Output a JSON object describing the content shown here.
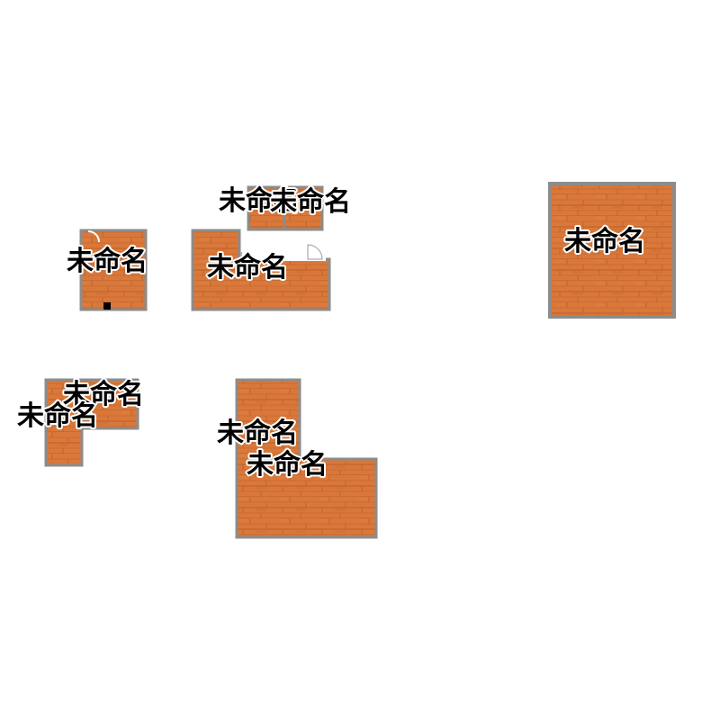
{
  "floor_plan": {
    "colors": {
      "floor": "#d9783a",
      "plank_line": "#b9612a",
      "wall": "#8c8c8c",
      "background": "#ffffff"
    },
    "rooms": [
      {
        "label": "未命名"
      },
      {
        "label": "未命名"
      },
      {
        "label": "未命名"
      },
      {
        "label": "未命名"
      },
      {
        "label": "未命名"
      },
      {
        "label": "未命名"
      },
      {
        "label": "未命名"
      },
      {
        "label": "未命名"
      },
      {
        "label": "未命名"
      }
    ]
  }
}
